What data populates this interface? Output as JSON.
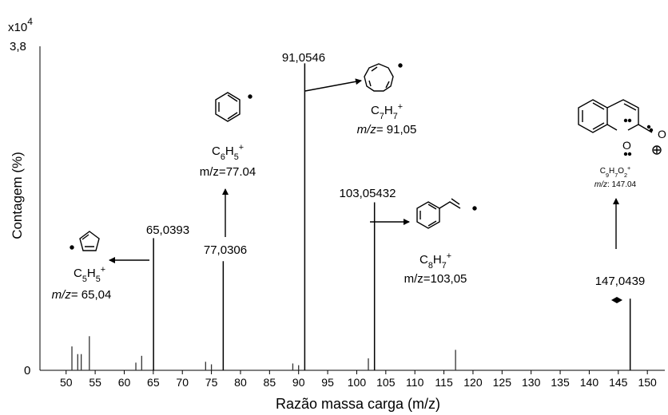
{
  "chart_data": {
    "type": "bar",
    "title": "",
    "xlabel": "Razão massa carga (m/z)",
    "ylabel": "Contagem (%)",
    "y_scale_exponent": "x10",
    "y_scale_power": "4",
    "y_top_label": "3,8",
    "y_zero_label": "0",
    "xlim": [
      45.5,
      153
    ],
    "ylim": [
      0,
      3.8
    ],
    "xticks": [
      "50",
      "55",
      "60",
      "65",
      "70",
      "75",
      "80",
      "85",
      "90",
      "95",
      "100",
      "105",
      "110",
      "115",
      "120",
      "125",
      "130",
      "135",
      "140",
      "145",
      "150"
    ],
    "xtick_values": [
      50,
      55,
      60,
      65,
      70,
      75,
      80,
      85,
      90,
      95,
      100,
      105,
      110,
      115,
      120,
      125,
      130,
      135,
      140,
      145,
      150
    ],
    "major_peaks": [
      {
        "x": 65.0393,
        "value": 1.55,
        "label": "65,0393"
      },
      {
        "x": 77.0306,
        "value": 1.28,
        "label": "77,0306"
      },
      {
        "x": 91.0546,
        "value": 3.6,
        "label": "91,0546"
      },
      {
        "x": 103.05432,
        "value": 1.97,
        "label": "103,05432"
      },
      {
        "x": 147.0439,
        "value": 0.84,
        "label": "147,0439"
      }
    ],
    "minor_peaks": [
      {
        "x": 51.0,
        "value": 0.28
      },
      {
        "x": 52.0,
        "value": 0.19
      },
      {
        "x": 52.6,
        "value": 0.19
      },
      {
        "x": 54.0,
        "value": 0.4
      },
      {
        "x": 62.0,
        "value": 0.09
      },
      {
        "x": 63.0,
        "value": 0.17
      },
      {
        "x": 74.0,
        "value": 0.1
      },
      {
        "x": 75.0,
        "value": 0.07
      },
      {
        "x": 89.0,
        "value": 0.08
      },
      {
        "x": 90.0,
        "value": 0.06
      },
      {
        "x": 102.0,
        "value": 0.14
      },
      {
        "x": 117.0,
        "value": 0.24
      }
    ],
    "annotations": [
      {
        "id": "c5h5",
        "formula": [
          [
            "C",
            ""
          ],
          [
            "5",
            "sub"
          ],
          [
            "H",
            ""
          ],
          [
            "5",
            "sub"
          ],
          [
            "+",
            "sup"
          ]
        ],
        "mz": [
          [
            "m/z",
            "i"
          ],
          [
            "= 65,04",
            ""
          ]
        ]
      },
      {
        "id": "c6h5",
        "formula": [
          [
            "C",
            ""
          ],
          [
            "6",
            "sub"
          ],
          [
            "H",
            ""
          ],
          [
            "5",
            "sub"
          ],
          [
            "+",
            "sup"
          ]
        ],
        "mz": [
          [
            "m/z=77.04",
            ""
          ]
        ]
      },
      {
        "id": "c7h7",
        "formula": [
          [
            "C",
            ""
          ],
          [
            "7",
            "sub"
          ],
          [
            "H",
            ""
          ],
          [
            "7",
            "sub"
          ],
          [
            "+",
            "sup"
          ]
        ],
        "mz": [
          [
            "m/z",
            "i"
          ],
          [
            "= 91,05",
            ""
          ]
        ]
      },
      {
        "id": "c8h7",
        "formula": [
          [
            "C",
            ""
          ],
          [
            "8",
            "sub"
          ],
          [
            "H",
            ""
          ],
          [
            "7",
            "sub"
          ],
          [
            "+",
            "sup"
          ]
        ],
        "mz": [
          [
            "m/z=103,05",
            ""
          ]
        ]
      },
      {
        "id": "c9h7o2",
        "formula": [
          [
            "C",
            ""
          ],
          [
            "9",
            "sub"
          ],
          [
            "H",
            ""
          ],
          [
            "7",
            "sub"
          ],
          [
            "O",
            ""
          ],
          [
            "2",
            "sub"
          ],
          [
            "+",
            "sup"
          ]
        ],
        "mz": [
          [
            "m/z",
            "i"
          ],
          [
            ": 147.04",
            ""
          ]
        ]
      }
    ],
    "structure_atoms": {
      "oxygen": "O"
    },
    "grid": false,
    "legend": "none"
  }
}
